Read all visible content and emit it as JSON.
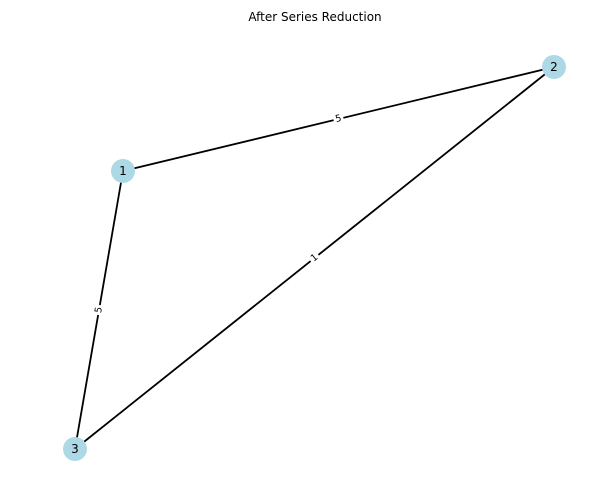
{
  "title": "After Series Reduction",
  "colors": {
    "node": "#add8e6",
    "edge": "#000000",
    "background": "#ffffff"
  },
  "nodes": [
    {
      "id": "1",
      "label": "1"
    },
    {
      "id": "2",
      "label": "2"
    },
    {
      "id": "3",
      "label": "3"
    }
  ],
  "edges": [
    {
      "source": "1",
      "target": "2",
      "label": "5"
    },
    {
      "source": "2",
      "target": "3",
      "label": "1"
    },
    {
      "source": "1",
      "target": "3",
      "label": "5"
    }
  ]
}
